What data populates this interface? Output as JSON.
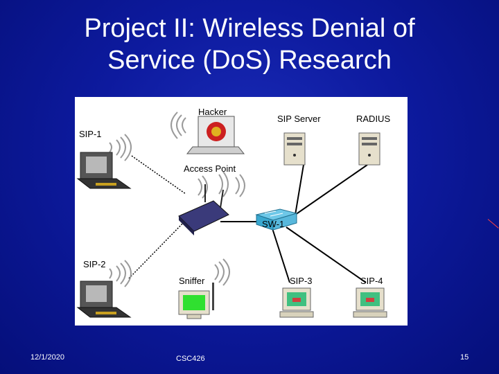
{
  "slide": {
    "title_line1": "Project II: Wireless Denial of",
    "title_line2": "Service (DoS) Research"
  },
  "diagram": {
    "labels": {
      "hacker": "Hacker",
      "sip_server": "SIP Server",
      "radius": "RADIUS",
      "sip1": "SIP-1",
      "access_point": "Access Point",
      "switch": "SW-1",
      "sip2": "SIP-2",
      "sniffer": "Sniffer",
      "sip3": "SIP-3",
      "sip4": "SIP-4"
    }
  },
  "footer": {
    "date": "12/1/2020",
    "course": "CSC426",
    "page": "15"
  }
}
